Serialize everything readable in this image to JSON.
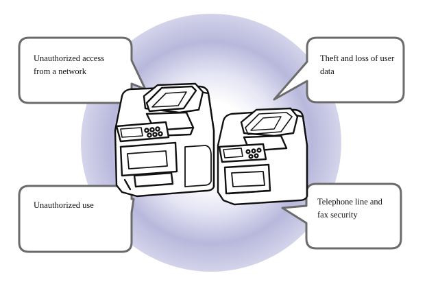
{
  "callouts": {
    "network_access": "Unauthorized access from a network",
    "data_theft": "Theft and loss of user data",
    "unauthorized_use": "Unauthorized use",
    "fax_security": "Telephone line and fax security"
  },
  "colors": {
    "glow": "#b8b8dc",
    "bubble_stroke": "#6b6b6b",
    "printer_stroke": "#111111"
  }
}
